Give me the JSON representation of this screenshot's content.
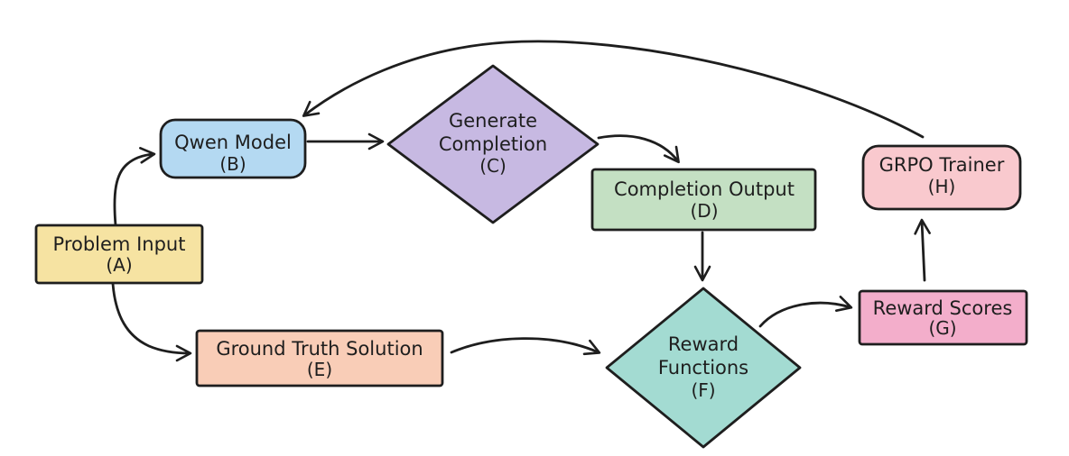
{
  "diagram": {
    "background_color": "#ffffff",
    "stroke_color": "#1e1e1e",
    "nodes": [
      {
        "id": "A",
        "lines": [
          "Problem Input"
        ],
        "tag": "(A)",
        "shape": "rectangle",
        "fill": "#f6e3a2"
      },
      {
        "id": "B",
        "lines": [
          "Qwen Model"
        ],
        "tag": "(B)",
        "shape": "rounded-rectangle",
        "fill": "#b4d9f2"
      },
      {
        "id": "C",
        "lines": [
          "Generate",
          "Completion"
        ],
        "tag": "(C)",
        "shape": "diamond",
        "fill": "#c7b9e2"
      },
      {
        "id": "D",
        "lines": [
          "Completion Output"
        ],
        "tag": "(D)",
        "shape": "rectangle",
        "fill": "#c4e0c3"
      },
      {
        "id": "E",
        "lines": [
          "Ground Truth Solution"
        ],
        "tag": "(E)",
        "shape": "rectangle",
        "fill": "#f9cdb7"
      },
      {
        "id": "F",
        "lines": [
          "Reward",
          "Functions"
        ],
        "tag": "(F)",
        "shape": "diamond",
        "fill": "#a3dbd2"
      },
      {
        "id": "G",
        "lines": [
          "Reward Scores"
        ],
        "tag": "(G)",
        "shape": "rectangle",
        "fill": "#f3aecb"
      },
      {
        "id": "H",
        "lines": [
          "GRPO Trainer"
        ],
        "tag": "(H)",
        "shape": "rounded-rectangle",
        "fill": "#f9c9ce"
      }
    ],
    "edges": [
      {
        "from": "A",
        "to": "B"
      },
      {
        "from": "A",
        "to": "E"
      },
      {
        "from": "B",
        "to": "C"
      },
      {
        "from": "C",
        "to": "D"
      },
      {
        "from": "D",
        "to": "F"
      },
      {
        "from": "E",
        "to": "F"
      },
      {
        "from": "F",
        "to": "G"
      },
      {
        "from": "G",
        "to": "H"
      },
      {
        "from": "H",
        "to": "B"
      }
    ]
  }
}
